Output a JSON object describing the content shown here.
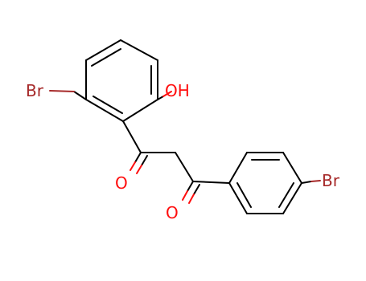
{
  "molecule": {
    "atoms": {
      "br_left": "Br",
      "hydroxyl": "OH",
      "carbonyl_o_left": "O",
      "carbonyl_o_right": "O",
      "br_right": "Br"
    }
  },
  "colors": {
    "background": "#ffffff",
    "carbon_bond": "#000000",
    "oxygen": "#ff0d0d",
    "bromine": "#a62929"
  }
}
